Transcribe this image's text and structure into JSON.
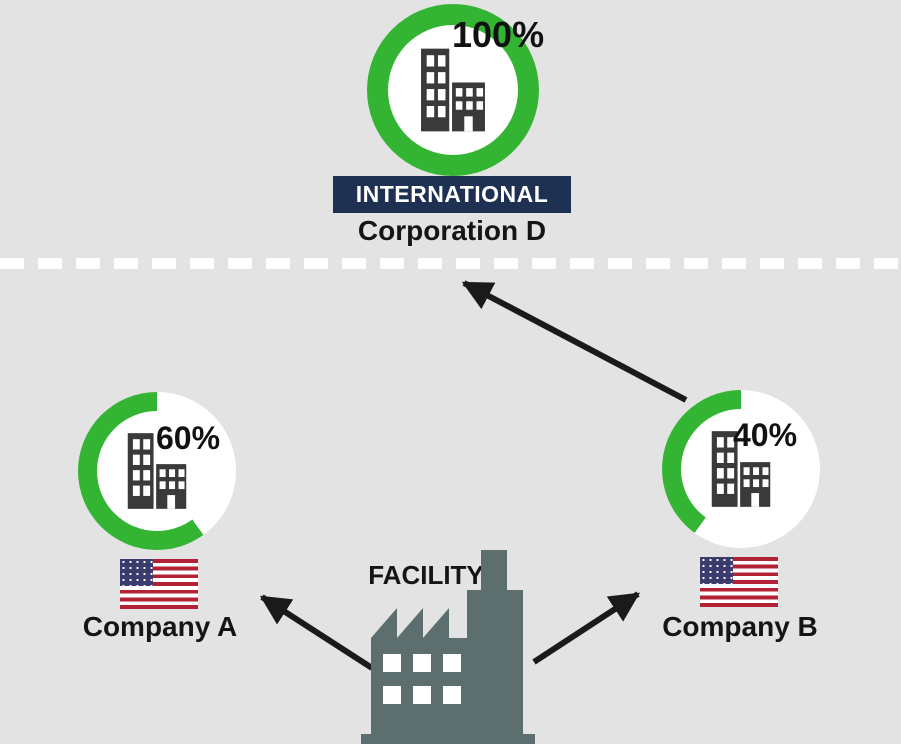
{
  "corporation": {
    "ownership": "100%",
    "banner": "INTERNATIONAL",
    "name": "Corporation D"
  },
  "company_a": {
    "ownership": "60%",
    "name": "Company A"
  },
  "company_b": {
    "ownership": "40%",
    "name": "Company B"
  },
  "facility": {
    "label": "FACILITY"
  },
  "colors": {
    "background": "#e3e3e3",
    "ownership_ring_green": "#33b533",
    "banner_navy": "#1e3153",
    "building_icon_dark": "#3a3a3a",
    "factory_slate": "#5d6e6e",
    "arrow_black": "#1a1a1a",
    "divider_white": "#ffffff",
    "flag_red": "#b22234",
    "flag_blue": "#3c3b6e"
  },
  "icons": [
    "building-icon",
    "factory-icon",
    "us-flag-icon",
    "arrow-icon"
  ]
}
